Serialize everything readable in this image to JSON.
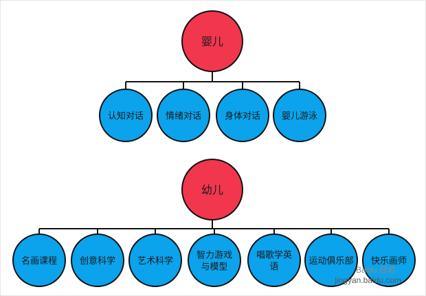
{
  "colors": {
    "root_fill": "#F2364E",
    "child_fill": "#0AA3EC",
    "stroke": "#111111",
    "line": "#111111"
  },
  "groups": [
    {
      "root": "婴儿",
      "children": [
        "认知对话",
        "情绪对话",
        "身体对话",
        "婴儿游泳"
      ]
    },
    {
      "root": "幼儿",
      "children": [
        "名画课程",
        "创意科学",
        "艺术科学",
        "智力游戏\n与模型",
        "唱歌学英\n语",
        "运动俱乐部",
        "快乐画师"
      ]
    }
  ],
  "watermark": {
    "brand": "Baidu 经验",
    "url": "jingyan.baidu.com"
  }
}
